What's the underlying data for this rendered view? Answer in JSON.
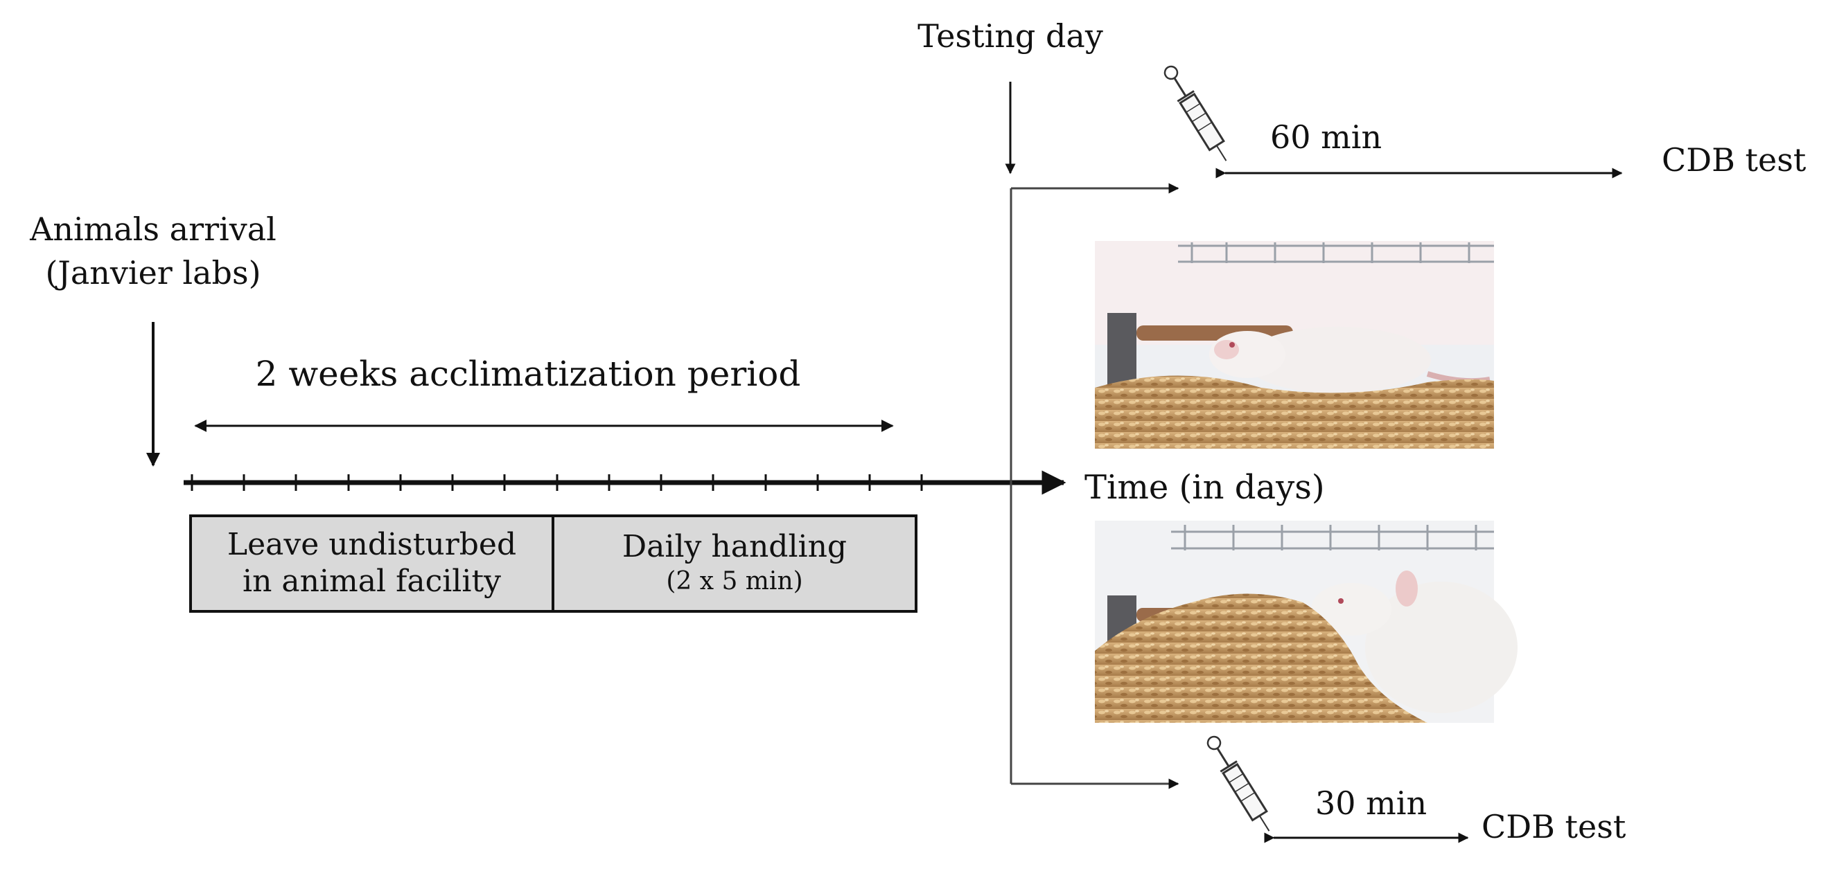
{
  "labels": {
    "arrival_line1": "Animals arrival",
    "arrival_line2": "(Janvier labs)",
    "acclimatization": "2 weeks acclimatization period",
    "time_axis": "Time (in days)",
    "testing_day": "Testing day",
    "top_interval": "60 min",
    "top_test": "CDB test",
    "bottom_interval": "30 min",
    "bottom_test": "CDB test"
  },
  "phases": [
    {
      "line1": "Leave undisturbed",
      "line2": "in animal facility"
    },
    {
      "line1": "Daily handling",
      "sub": "(2 x 5 min)"
    }
  ],
  "colors": {
    "ink": "#111111",
    "box_fill": "#d9d9d9",
    "bedding": "#c9a06b",
    "rat": "#f1ecea"
  },
  "icons": {
    "syringe": "syringe-icon"
  }
}
